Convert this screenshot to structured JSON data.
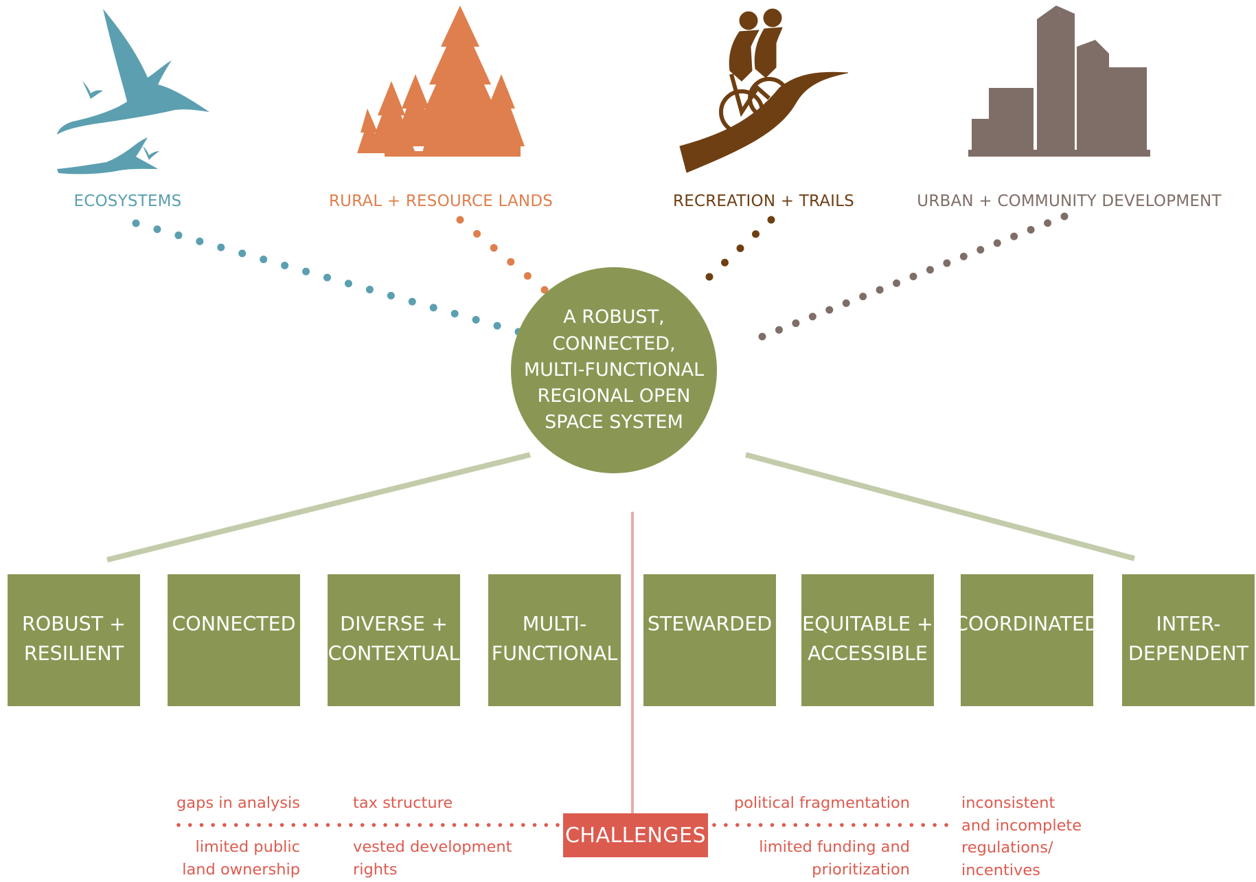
{
  "colors": {
    "ecosystems": "#5b9fb0",
    "rural": "#de7f4d",
    "recreation": "#6e3f13",
    "urban": "#7f6e67",
    "green": "#8a9754",
    "green_line": "#c3ccaa",
    "challenge": "#dc5b4f",
    "challenge_line": "#ebaaa7"
  },
  "themes": [
    {
      "label": "ECOSYSTEMS",
      "icon": "birds-icon"
    },
    {
      "label": "RURAL + RESOURCE LANDS",
      "icon": "trees-icon"
    },
    {
      "label": "RECREATION + TRAILS",
      "icon": "cyclists-icon"
    },
    {
      "label": "URBAN + COMMUNITY DEVELOPMENT",
      "icon": "skyscrapers-icon"
    }
  ],
  "hub": {
    "text": "A ROBUST, CONNECTED, MULTI-FUNCTIONAL REGIONAL OPEN SPACE SYSTEM"
  },
  "principles": [
    "ROBUST +\nRESILIENT",
    "CONNECTED",
    "DIVERSE +\nCONTEXTUAL",
    "MULTI-\nFUNCTIONAL",
    "STEWARDED",
    "EQUITABLE +\nACCESSIBLE",
    "COORDINATED",
    "INTER-\nDEPENDENT"
  ],
  "challenges": {
    "label": "CHALLENGES",
    "items": [
      "gaps in analysis",
      "limited public\nland ownership",
      "tax structure",
      "vested development\nrights",
      "political fragmentation",
      "limited funding and\nprioritization",
      "inconsistent\nand incomplete\nregulations/\nincentives"
    ]
  }
}
